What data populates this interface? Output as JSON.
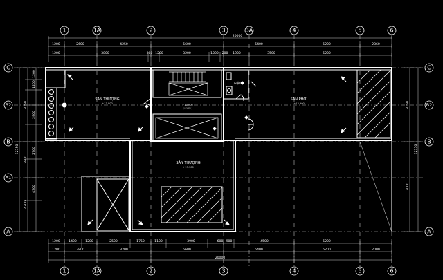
{
  "grid_labels": {
    "axes_h": [
      "1",
      "1A",
      "2",
      "3",
      "3A",
      "4",
      "5",
      "6"
    ],
    "axes_v": [
      "C",
      "B2",
      "B",
      "A1",
      "A"
    ]
  },
  "dimensions": {
    "total": "20000",
    "top_row1": [
      "1200",
      "2600",
      "4250",
      "5600",
      "5400",
      "5200",
      "2360"
    ],
    "top_row2": [
      "1200",
      "3800",
      "200",
      "1200",
      "3200",
      "1000",
      "200",
      "1900",
      "3500",
      "5200"
    ],
    "bottom_row1": [
      "1200",
      "1400",
      "1200",
      "2500",
      "1750",
      "1100",
      "3900",
      "600",
      "900",
      "4500",
      "5200"
    ],
    "bottom_row2": [
      "1200",
      "3800",
      "3200",
      "5600",
      "5400",
      "5200",
      "2000"
    ],
    "left": [
      "1200",
      "1200",
      "3750",
      "2900",
      "2700",
      "2800",
      "4300",
      "4200"
    ],
    "left_total": "12750",
    "right": [
      "3750",
      "7000"
    ],
    "right_total": "12750"
  },
  "rooms": [
    {
      "name": "SÂN THƯỢNG",
      "level": "+13.900"
    },
    {
      "name": "+13.900",
      "level": "(LEVEL)"
    },
    {
      "name": "SÂN PHƠI",
      "level": "+13.900"
    },
    {
      "name": "SÂN THƯỢNG",
      "level": "+13.900"
    },
    {
      "name": "GIẶT",
      "level": ""
    }
  ]
}
